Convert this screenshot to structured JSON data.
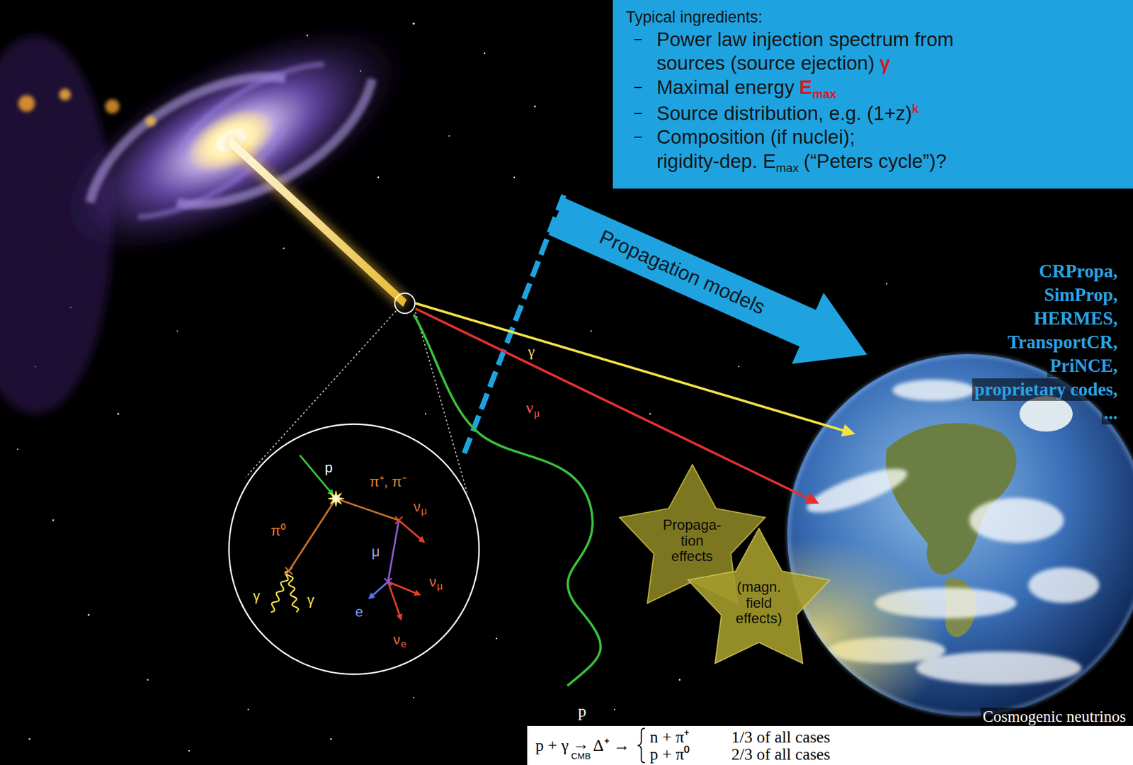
{
  "diagram": {
    "nodes": [
      {
        "text": [
          "Typical ingredients:",
          "Power law injection spectrum from sources (source ejection)",
          "γ",
          "Maximal energy",
          "E",
          "max",
          "Source distribution, e.g. (1+z)",
          "k",
          "Composition (if nuclei);",
          "rigidity-dep. E",
          "max",
          "(“Peters cycle”)?"
        ]
      },
      {
        "text": [
          "Propagation models"
        ]
      },
      {
        "text": [
          "p",
          "π⁰",
          "γ",
          "γ",
          "π⁺, π⁻",
          "ν",
          "μ",
          "μ",
          "e",
          "ν",
          "μ",
          "ν",
          "e"
        ]
      },
      {
        "text": [
          "Propaga- tion effects"
        ]
      },
      {
        "text": [
          "(magn. field effects)"
        ]
      },
      {
        "text": [
          "Cosmogenic neutrinos",
          "p + γ",
          "→",
          "CMB",
          "Δ⁺ →",
          "n + π⁺",
          "1/3 of all cases",
          "p + π⁰",
          "2/3 of all cases"
        ]
      }
    ],
    "labels": [
      "γ",
      "ν",
      "μ",
      "CRPropa,",
      "SimProp,",
      "HERMES,",
      "TransportCR,",
      "PriNCE,",
      "proprietary codes,",
      "...",
      "p"
    ]
  }
}
